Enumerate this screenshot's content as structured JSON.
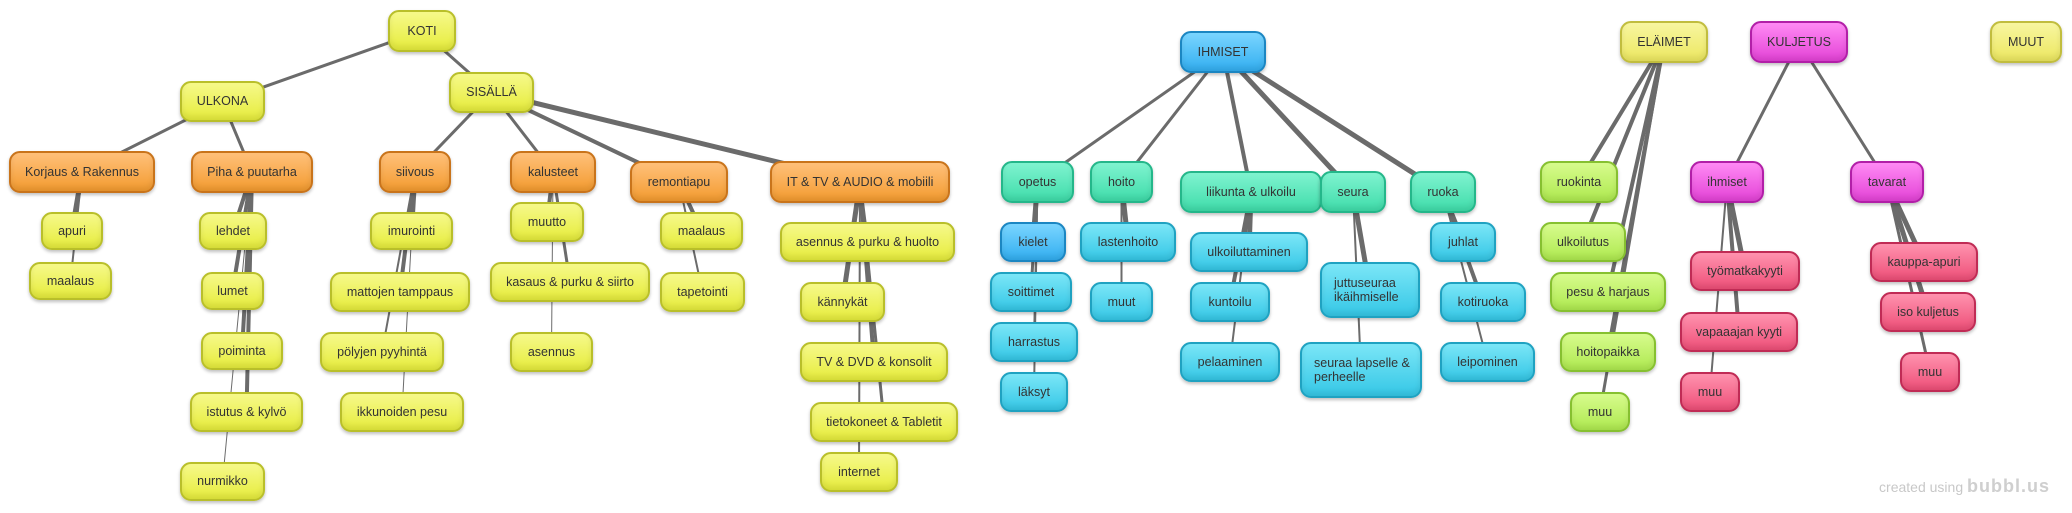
{
  "mindmap": {
    "koti": "KOTI",
    "ulkona": "ULKONA",
    "sisalla": "SISÄLLÄ",
    "korjaus": "Korjaus & Rakennus",
    "apuri": "apuri",
    "maalaus1": "maalaus",
    "piha": "Piha & puutarha",
    "lehdet": "lehdet",
    "lumet": "lumet",
    "poiminta": "poiminta",
    "istutus": "istutus & kylvö",
    "nurmikko": "nurmikko",
    "siivous": "siivous",
    "imurointi": "imurointi",
    "mattojen": "mattojen tamppaus",
    "polyjen": "pölyjen pyyhintä",
    "ikkunoiden": "ikkunoiden pesu",
    "kalusteet": "kalusteet",
    "muutto": "muutto",
    "kasaus": "kasaus & purku & siirto",
    "asennus": "asennus",
    "remontiapu": "remontiapu",
    "maalaus2": "maalaus",
    "tapetointi": "tapetointi",
    "it": "IT & TV & AUDIO & mobiili",
    "asennuspurku": "asennus & purku & huolto",
    "kannykat": "kännykät",
    "tvdvd": "TV & DVD & konsolit",
    "tietokoneet": "tietokoneet & Tabletit",
    "internet": "internet",
    "ihmiset": "IHMISET",
    "opetus": "opetus",
    "kielet": "kielet",
    "soittimet": "soittimet",
    "harrastus": "harrastus",
    "laksyt": "läksyt",
    "hoito": "hoito",
    "lastenhoito": "lastenhoito",
    "muut": "muut",
    "liikunta": "liikunta & ulkoilu",
    "ulkoiluttaminen": "ulkoiluttaminen",
    "kuntoilu": "kuntoilu",
    "pelaaminen": "pelaaminen",
    "seura": "seura",
    "juttuseuraa": "juttuseuraa ikäihmiselle",
    "seuraalapselle": "seuraa lapselle & perheelle",
    "ruoka": "ruoka",
    "juhlat": "juhlat",
    "kotiruoka": "kotiruoka",
    "leipominen": "leipominen",
    "elaimet": "ELÄIMET",
    "ruokinta": "ruokinta",
    "ulkoilutus": "ulkoilutus",
    "pesu": "pesu & harjaus",
    "hoitopaikka": "hoitopaikka",
    "muu1": "muu",
    "kuljetus": "KULJETUS",
    "kihmiset": "ihmiset",
    "tyomatka": "työmatkakyyti",
    "vapaa": "vapaaajan kyyti",
    "muu2": "muu",
    "tavarat": "tavarat",
    "kauppa": "kauppa-apuri",
    "iso": "iso kuljetus",
    "muu3": "muu",
    "muut_top": "MUUT"
  },
  "watermark": {
    "prefix": "created using",
    "brand": "bubbl.us"
  },
  "colors": {
    "yellow": "#e6ec3c",
    "orange": "#f39b2f",
    "teal": "#3fdcaa",
    "cyan": "#35c7e6",
    "blue": "#32aef0",
    "lime": "#aee94f",
    "magenta": "#e342d6",
    "pink": "#ee4f78",
    "link": "#6b6b6b"
  }
}
